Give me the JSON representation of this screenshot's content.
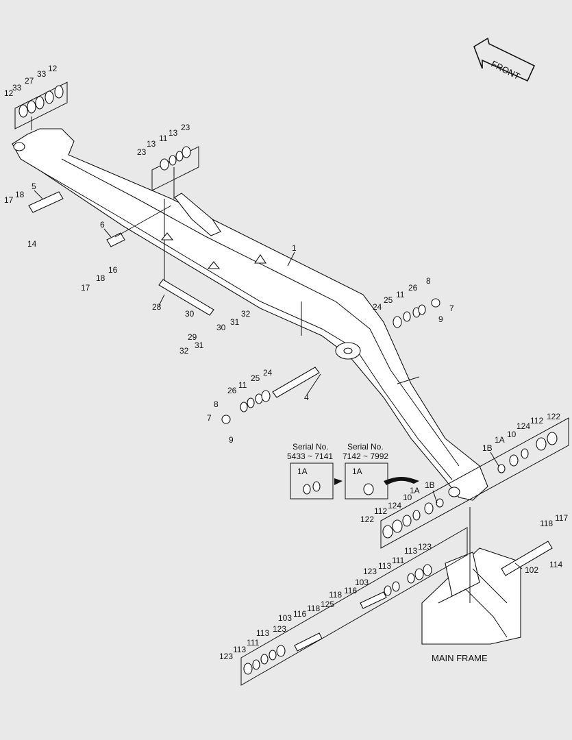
{
  "front_arrow": {
    "label": "FRONT"
  },
  "main_frame": {
    "label": "MAIN FRAME"
  },
  "serial_boxes": [
    {
      "heading": "Serial No.",
      "range": "5433 ~ 7141",
      "part": "1A"
    },
    {
      "heading": "Serial No.",
      "range": "7142 ~ 7992",
      "part": "1A"
    }
  ],
  "callouts": [
    "12",
    "33",
    "27",
    "33",
    "12",
    "23",
    "13",
    "11",
    "13",
    "23",
    "5",
    "17",
    "18",
    "14",
    "6",
    "17",
    "18",
    "16",
    "1",
    "28",
    "30",
    "29",
    "31",
    "30",
    "31",
    "32",
    "32",
    "8",
    "26",
    "11",
    "25",
    "24",
    "7",
    "9",
    "4",
    "24",
    "25",
    "11",
    "26",
    "8",
    "7",
    "9",
    "1A",
    "1B",
    "10",
    "124",
    "112",
    "122",
    "1A",
    "1B",
    "10",
    "124",
    "112",
    "122",
    "118",
    "117",
    "114",
    "102",
    "123",
    "113",
    "111",
    "113",
    "123",
    "103",
    "116",
    "118",
    "125",
    "103",
    "116",
    "118",
    "123",
    "113",
    "111",
    "113",
    "123"
  ]
}
